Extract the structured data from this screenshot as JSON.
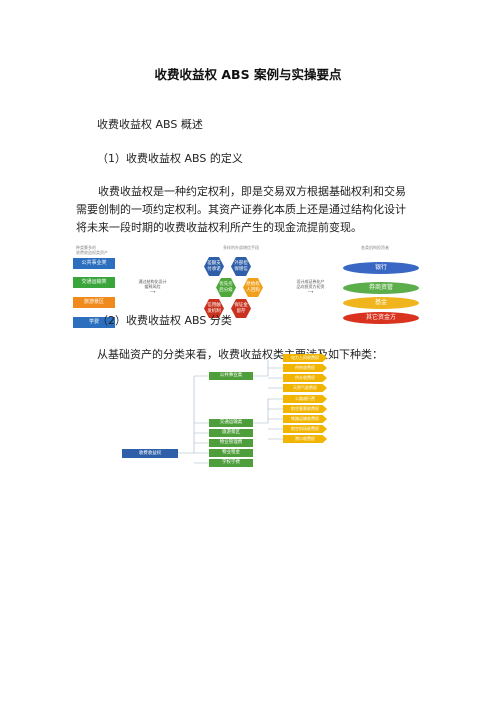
{
  "title": "收费收益权 ABS 案例与实操要点",
  "section_overview": "收费收益权 ABS 概述",
  "sub_definition": "（1）收费收益权 ABS 的定义",
  "definition_lines": [
    "收费收益权是一种约定权利，即是交易双方根据基础权利和交易",
    "需要创制的一项约定权利。其资产证券化本质上还是通过结构化设计",
    "将未来一段时期的收费收益权利所产生的现金流提前变现。"
  ],
  "diagram1": {
    "left_caption": [
      "种类繁多的",
      "收费收益权类资产"
    ],
    "middle_caption": "多样的外部增信手段",
    "right_caption": "各类机构投资者",
    "categories": [
      {
        "label": "公共事业类",
        "color": "#2c6fbf"
      },
      {
        "label": "交通运输类",
        "color": "#3aa53a"
      },
      {
        "label": "旅游景区",
        "color": "#f08a1c"
      },
      {
        "label": "学费",
        "color": "#2c6fbf"
      }
    ],
    "left_arrow": [
      "通过结构化设计",
      "缓释风险"
    ],
    "right_arrow": [
      "设计成证券化产",
      "品向投资方初资"
    ],
    "hexes": [
      {
        "label": [
          "差额支",
          "付承诺"
        ],
        "color": "#2f5fa8"
      },
      {
        "label": [
          "外部担",
          "保增信"
        ],
        "color": "#2f5fa8"
      },
      {
        "label": [
          "优先劣",
          "后分级"
        ],
        "color": "#4fa83a"
      },
      {
        "label": [
          "原始权",
          "人回购"
        ],
        "color": "#f0a01c"
      },
      {
        "label": [
          "信用触",
          "发机制"
        ],
        "color": "#c8321e"
      },
      {
        "label": [
          "保证金",
          "留存"
        ],
        "color": "#c8321e"
      }
    ],
    "investors": [
      {
        "label": "银行",
        "color": "#3a66c4"
      },
      {
        "label": "券商资管",
        "color": "#5cae4a"
      },
      {
        "label": "基金",
        "color": "#f0b41c"
      },
      {
        "label": "其它资金方",
        "color": "#d9321e"
      }
    ]
  },
  "sub_classification": "（2）收费收益权 ABS 分类",
  "classification_text": "从基础资产的分类来看，收费收益权类主要涉及如下种类：",
  "diagram2": {
    "root": "收费收益权",
    "groups": [
      {
        "label": "公共事业类",
        "leaves": [
          "电力上网收费权",
          "供热收费权",
          "供水收费权",
          "天然气收费权"
        ]
      },
      {
        "label": "交通运输类",
        "leaves": [
          "公路通行费",
          "航空客票收费权",
          "铁路运输收费权",
          "航空机场收费权",
          "港口收费权"
        ]
      },
      {
        "label": "旅游景区",
        "leaves": []
      },
      {
        "label": "物业管理费",
        "leaves": []
      },
      {
        "label": "物业租金",
        "leaves": []
      },
      {
        "label": "学校学费",
        "leaves": []
      }
    ]
  }
}
